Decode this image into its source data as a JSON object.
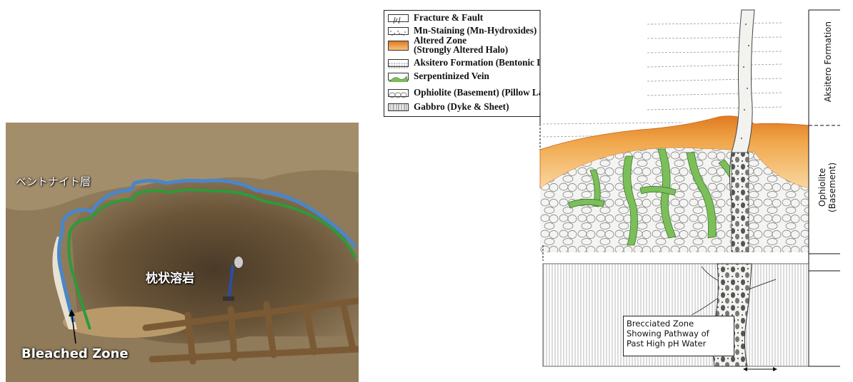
{
  "photo": {
    "labels": {
      "bentonite": "ベントナイト層",
      "pillow_lava": "枕状溶岩",
      "bleached_zone": "Bleached Zone"
    }
  },
  "legend": {
    "items": [
      {
        "label": "Fracture & Fault"
      },
      {
        "label": "Mn-Staining (Mn-Hydroxides)"
      },
      {
        "label": "Altered Zone"
      },
      {
        "label": "(Strongly Altered Halo)"
      },
      {
        "label": "Aksitero Formation (Bentonic Layer)"
      },
      {
        "label": "Serpentinized Vein"
      },
      {
        "label": "Ophiolite (Basement) (Pillow Lava)"
      },
      {
        "label": "Gabbro (Dyke & Sheet)"
      }
    ]
  },
  "section": {
    "side_labels": {
      "aksitero": "Aksitero Formation",
      "ophiolite_line1": "Ophiolite",
      "ophiolite_line2": "(Basement)"
    },
    "callout": {
      "line1": "Brecciated Zone",
      "line2": "Showing Pathway of",
      "line3": "Past High pH Water"
    }
  },
  "colors": {
    "altered_zone": "#f0a64a",
    "altered_zone_dark": "#e07a20",
    "serpentinized_vein": "#7cbf5a",
    "blue_outline": "#4a86c8",
    "green_outline": "#2e9a3a",
    "soil": "#8f7a5a"
  }
}
